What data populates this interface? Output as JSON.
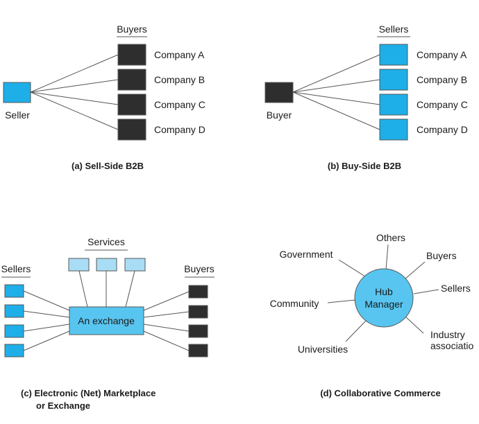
{
  "colors": {
    "blue": "#1EAEE8",
    "light_blue": "#A9DDF5",
    "hub_blue": "#58C5F0",
    "dark": "#2E2E2E",
    "line": "#555555"
  },
  "panel_a": {
    "group_label": "Buyers",
    "center_label": "Seller",
    "companies": [
      "Company A",
      "Company B",
      "Company C",
      "Company D"
    ],
    "caption": "(a) Sell-Side B2B"
  },
  "panel_b": {
    "group_label": "Sellers",
    "center_label": "Buyer",
    "companies": [
      "Company A",
      "Company B",
      "Company C",
      "Company D"
    ],
    "caption": "(b) Buy-Side B2B"
  },
  "panel_c": {
    "sellers_label": "Sellers",
    "buyers_label": "Buyers",
    "services_label": "Services",
    "exchange_label": "An exchange",
    "caption_line1": "(c) Electronic (Net) Marketplace",
    "caption_line2": "or Exchange"
  },
  "panel_d": {
    "hub_line1": "Hub",
    "hub_line2": "Manager",
    "spokes": {
      "others": "Others",
      "government": "Government",
      "buyers": "Buyers",
      "sellers": "Sellers",
      "community": "Community",
      "industry_line1": "Industry",
      "industry_line2": "associatio",
      "universities": "Universities"
    },
    "caption": "(d) Collaborative Commerce"
  }
}
